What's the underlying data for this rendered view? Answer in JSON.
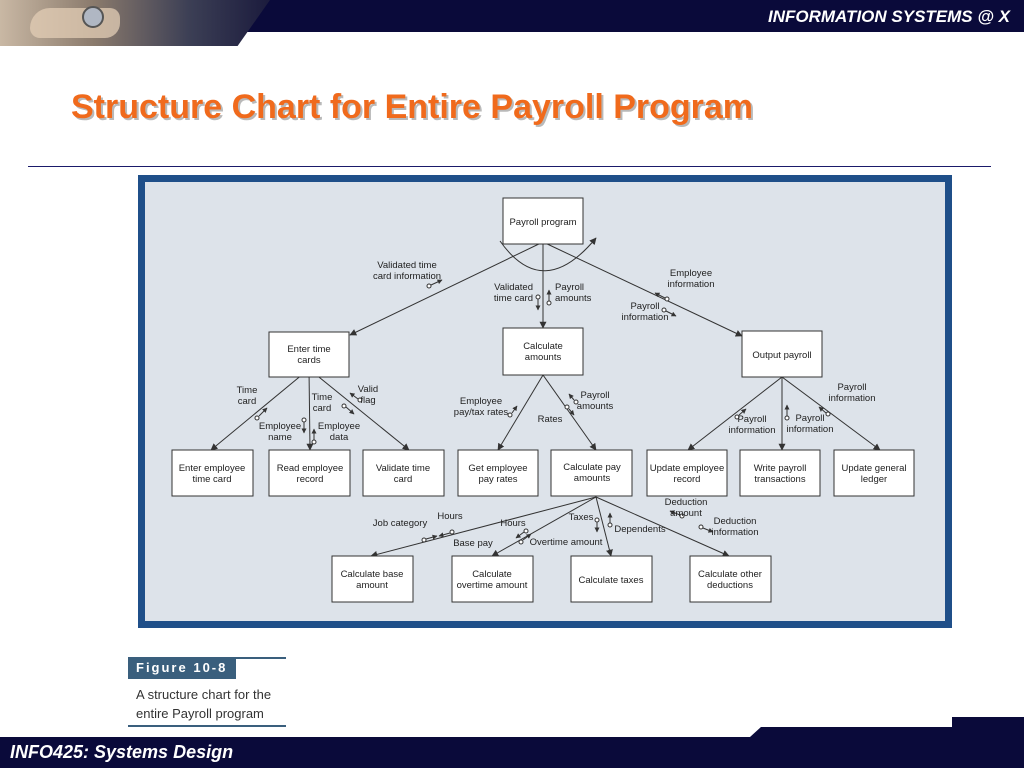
{
  "header": {
    "brand": "INFORMATION SYSTEMS @ X"
  },
  "slide": {
    "title": "Structure Chart for Entire Payroll Program"
  },
  "footer": {
    "course": "INFO425: Systems Design"
  },
  "caption": {
    "label": "Figure 10-8",
    "text": "A structure chart for the entire Payroll program"
  },
  "colors": {
    "title": "#f06a1c",
    "bar": "#0a0a3a",
    "frame": "#1f4f89",
    "panel": "#dde3ea"
  },
  "diagram": {
    "modules": {
      "payroll": [
        "Payroll program"
      ],
      "enter_cards": [
        "Enter time",
        "cards"
      ],
      "calc_amounts": [
        "Calculate",
        "amounts"
      ],
      "output_payroll": [
        "Output payroll"
      ],
      "enter_emp_card": [
        "Enter employee",
        "time card"
      ],
      "read_emp_rec": [
        "Read employee",
        "record"
      ],
      "validate_card": [
        "Validate time",
        "card"
      ],
      "get_rates": [
        "Get employee",
        "pay rates"
      ],
      "calc_pay": [
        "Calculate pay",
        "amounts"
      ],
      "update_emp_rec": [
        "Update employee",
        "record"
      ],
      "write_trans": [
        "Write payroll",
        "transactions"
      ],
      "update_ledger": [
        "Update general",
        "ledger"
      ],
      "calc_base": [
        "Calculate base",
        "amount"
      ],
      "calc_overtime": [
        "Calculate",
        "overtime amount"
      ],
      "calc_taxes": [
        "Calculate taxes"
      ],
      "calc_other": [
        "Calculate other",
        "deductions"
      ]
    },
    "couples": {
      "validated_info": [
        "Validated time",
        "card information"
      ],
      "validated_card": [
        "Validated",
        "time card"
      ],
      "payroll_amounts": [
        "Payroll",
        "amounts"
      ],
      "employee_info": [
        "Employee",
        "information"
      ],
      "payroll_info_top": [
        "Payroll",
        "information"
      ],
      "time_card_l": [
        "Time",
        "card"
      ],
      "time_card_m": [
        "Time",
        "card"
      ],
      "valid_flag": [
        "Valid",
        "flag"
      ],
      "employee_name": [
        "Employee",
        "name"
      ],
      "employee_data": [
        "Employee",
        "data"
      ],
      "emp_pay_tax": [
        "Employee",
        "pay/tax rates"
      ],
      "payroll_amounts2": [
        "Payroll",
        "amounts"
      ],
      "rates": [
        "Rates"
      ],
      "payroll_info_r": [
        "Payroll",
        "information"
      ],
      "payroll_info_a": [
        "Payroll",
        "information"
      ],
      "payroll_info_b": [
        "Payroll",
        "information"
      ],
      "job_category": [
        "Job category"
      ],
      "hours_a": [
        "Hours"
      ],
      "base_pay": [
        "Base pay"
      ],
      "hours_b": [
        "Hours"
      ],
      "overtime_amount": [
        "Overtime amount"
      ],
      "taxes": [
        "Taxes"
      ],
      "dependents": [
        "Dependents"
      ],
      "deduction_amount": [
        "Deduction",
        "amount"
      ],
      "deduction_info": [
        "Deduction",
        "information"
      ]
    }
  }
}
